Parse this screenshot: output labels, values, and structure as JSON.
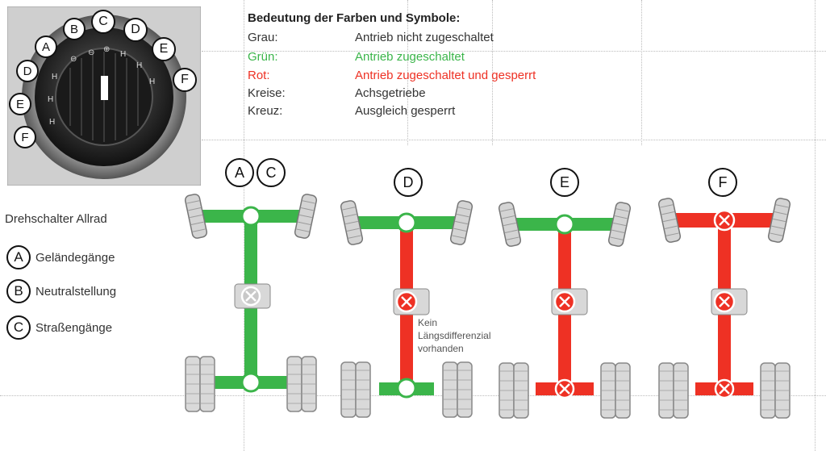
{
  "legend": {
    "title": "Bedeutung der Farben und Symbole:",
    "rows": [
      {
        "key": "Grau:",
        "value": "Antrieb nicht zugeschaltet",
        "color": "#333333"
      },
      {
        "key": "Grün:",
        "value": "Antrieb zugeschaltet",
        "color": "#3bb54a"
      },
      {
        "key": "Rot:",
        "value": "Antrieb zugeschaltet und gesperrt",
        "color": "#ee3124"
      },
      {
        "key": "Kreise:",
        "value": "Achsgetriebe",
        "color": "#333333"
      },
      {
        "key": "Kreuz:",
        "value": "Ausgleich gesperrt",
        "color": "#333333"
      }
    ]
  },
  "switch": {
    "title": "Drehschalter Allrad",
    "positions": [
      "F",
      "E",
      "D",
      "A",
      "B",
      "C",
      "D",
      "E",
      "F"
    ],
    "items": [
      {
        "letter": "A",
        "label": "Geländegänge"
      },
      {
        "letter": "B",
        "label": "Neutralstellung"
      },
      {
        "letter": "C",
        "label": "Straßengänge"
      }
    ]
  },
  "diagrams": {
    "d1": {
      "letter_a": "A",
      "letter_b": "C"
    },
    "d2": {
      "letter": "D"
    },
    "d3": {
      "letter": "E"
    },
    "d4": {
      "letter": "F"
    }
  },
  "note": {
    "line1": "Kein",
    "line2": "Längsdifferenzial",
    "line3": "vorhanden"
  },
  "colors": {
    "green": "#3bb54a",
    "red": "#ee3124",
    "gray_box": "#d8d8d8"
  }
}
